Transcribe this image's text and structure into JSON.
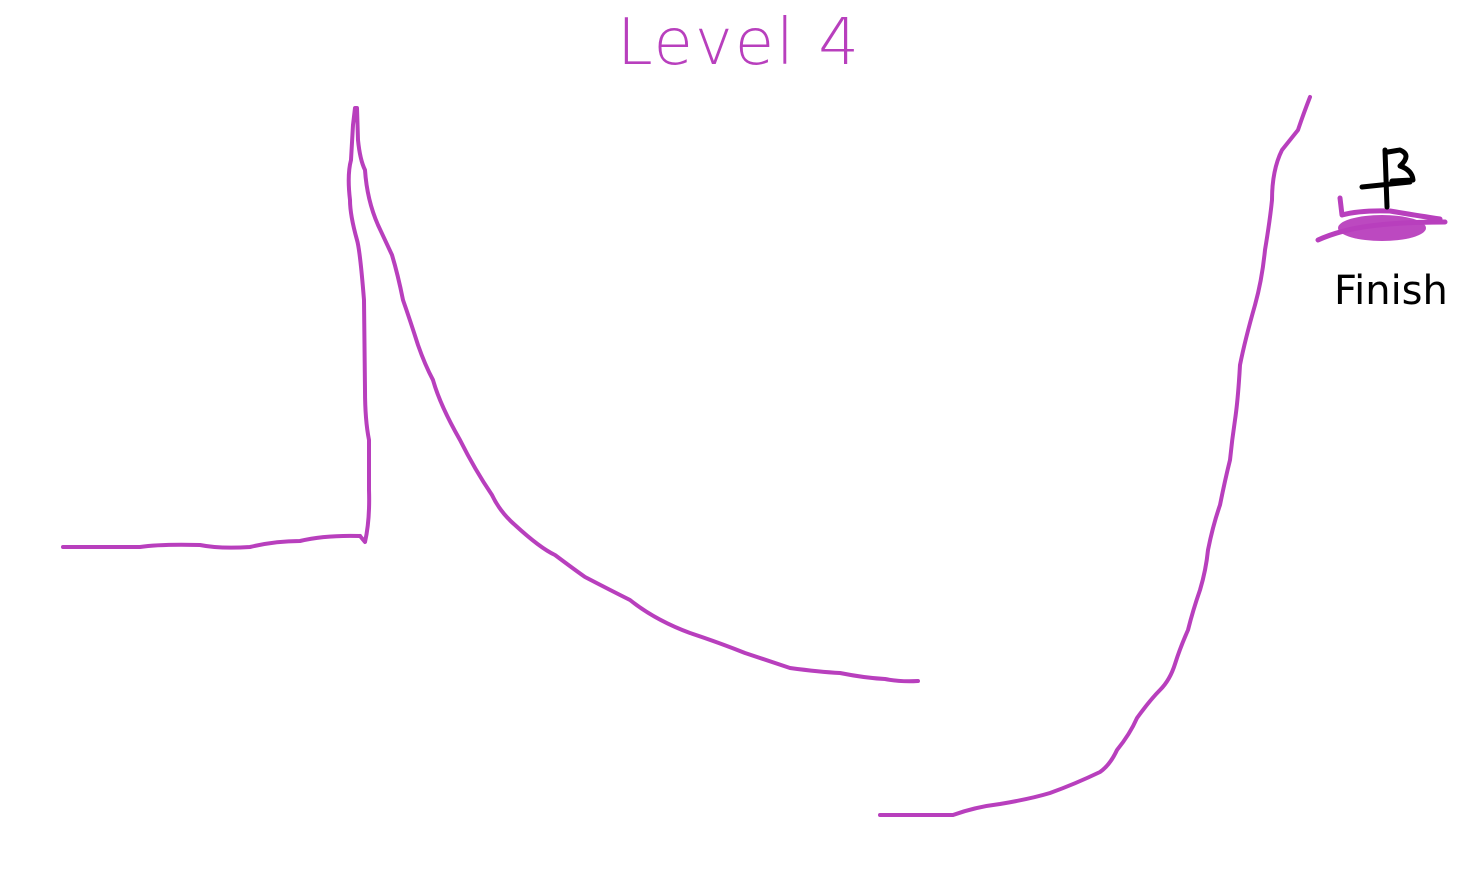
{
  "level": {
    "title": "Level 4"
  },
  "finish": {
    "label": "Finish"
  },
  "colors": {
    "terrain": "#b83fbd",
    "flag": "#000000",
    "finish_text": "#000000",
    "background": "#ffffff"
  },
  "icons": {
    "flag": "flag-icon",
    "finish_pad": "finish-pad"
  }
}
